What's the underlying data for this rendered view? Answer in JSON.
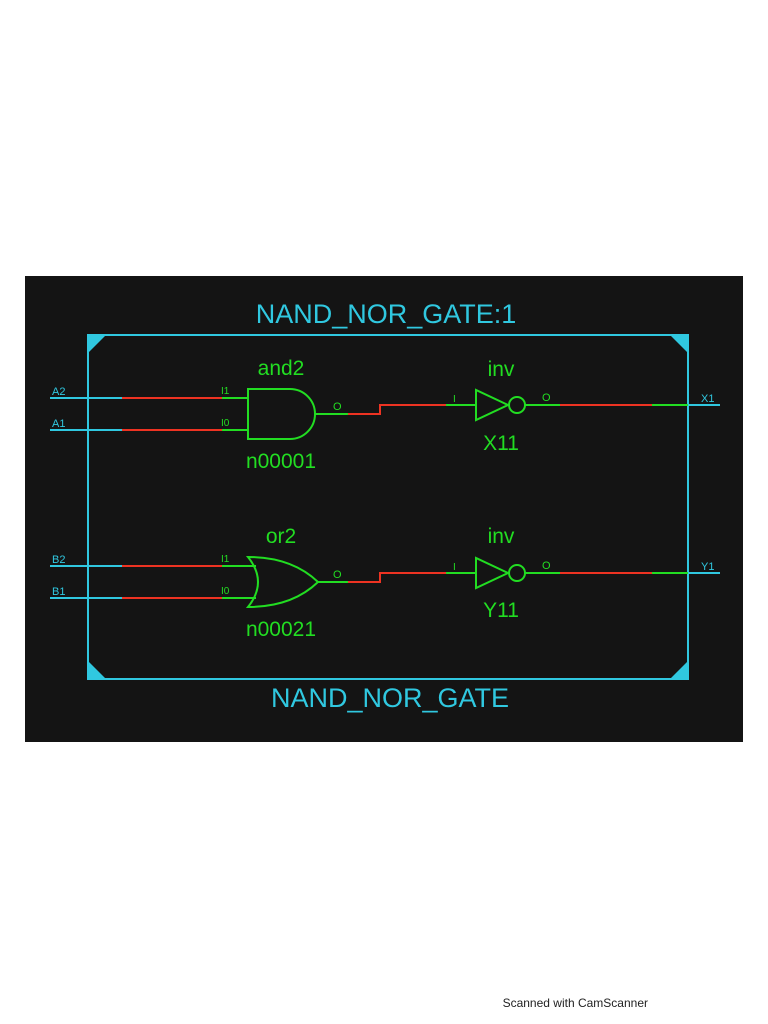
{
  "title": "NAND_NOR_GATE:1",
  "module_name": "NAND_NOR_GATE",
  "inputs": [
    "A2",
    "A1",
    "B2",
    "B1"
  ],
  "outputs": [
    "X1",
    "Y1"
  ],
  "gates": {
    "and2": {
      "type": "and2",
      "instance": "n00001",
      "pin_i1": "I1",
      "pin_i0": "I0",
      "pin_out": "O"
    },
    "or2": {
      "type": "or2",
      "instance": "n00021",
      "pin_i1": "I1",
      "pin_i0": "I0",
      "pin_out": "O"
    },
    "inv_x": {
      "type": "inv",
      "instance": "X11",
      "pin_in": "I",
      "pin_out": "O"
    },
    "inv_y": {
      "type": "inv",
      "instance": "Y11",
      "pin_in": "I",
      "pin_out": "O"
    }
  },
  "colors": {
    "background": "#141414",
    "frame": "#30c8e0",
    "gate": "#22dd22",
    "wire_selected": "#ee3322",
    "port": "#30c8e0"
  },
  "footer": "Scanned with CamScanner"
}
